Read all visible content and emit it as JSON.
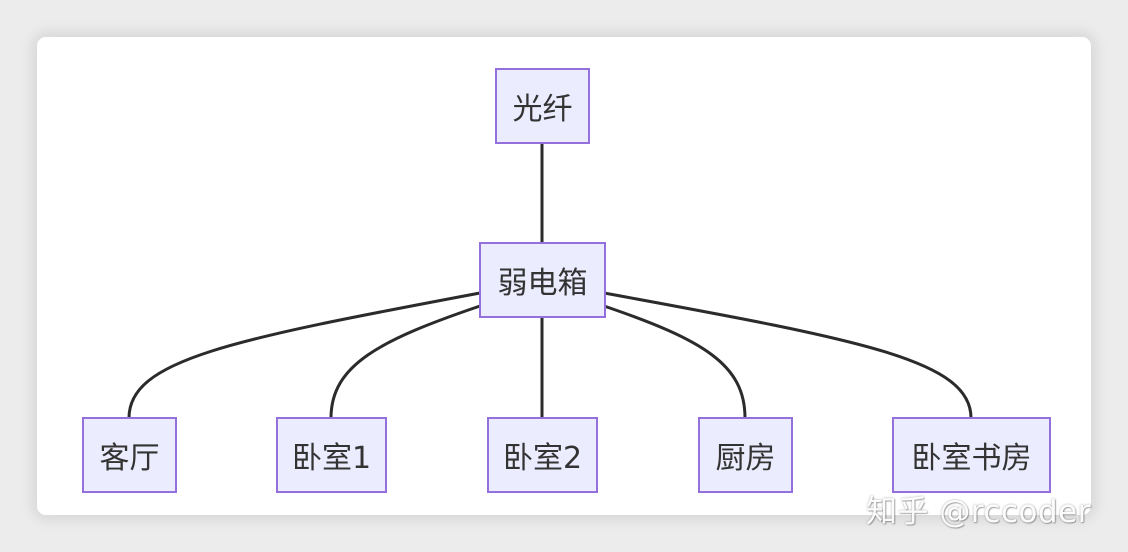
{
  "diagram": {
    "nodes": {
      "fiber": "光纤",
      "hub": "弱电箱",
      "living_room": "客厅",
      "bedroom1": "卧室1",
      "bedroom2": "卧室2",
      "kitchen": "厨房",
      "bedroom_study": "卧室书房"
    },
    "edges": [
      [
        "fiber",
        "hub"
      ],
      [
        "hub",
        "living_room"
      ],
      [
        "hub",
        "bedroom1"
      ],
      [
        "hub",
        "bedroom2"
      ],
      [
        "hub",
        "kitchen"
      ],
      [
        "hub",
        "bedroom_study"
      ]
    ],
    "colors": {
      "node_fill": "#ECECFF",
      "node_border": "#9370DB",
      "edge": "#2b2b2b",
      "text": "#333333"
    }
  },
  "watermark": "知乎 @rccoder"
}
